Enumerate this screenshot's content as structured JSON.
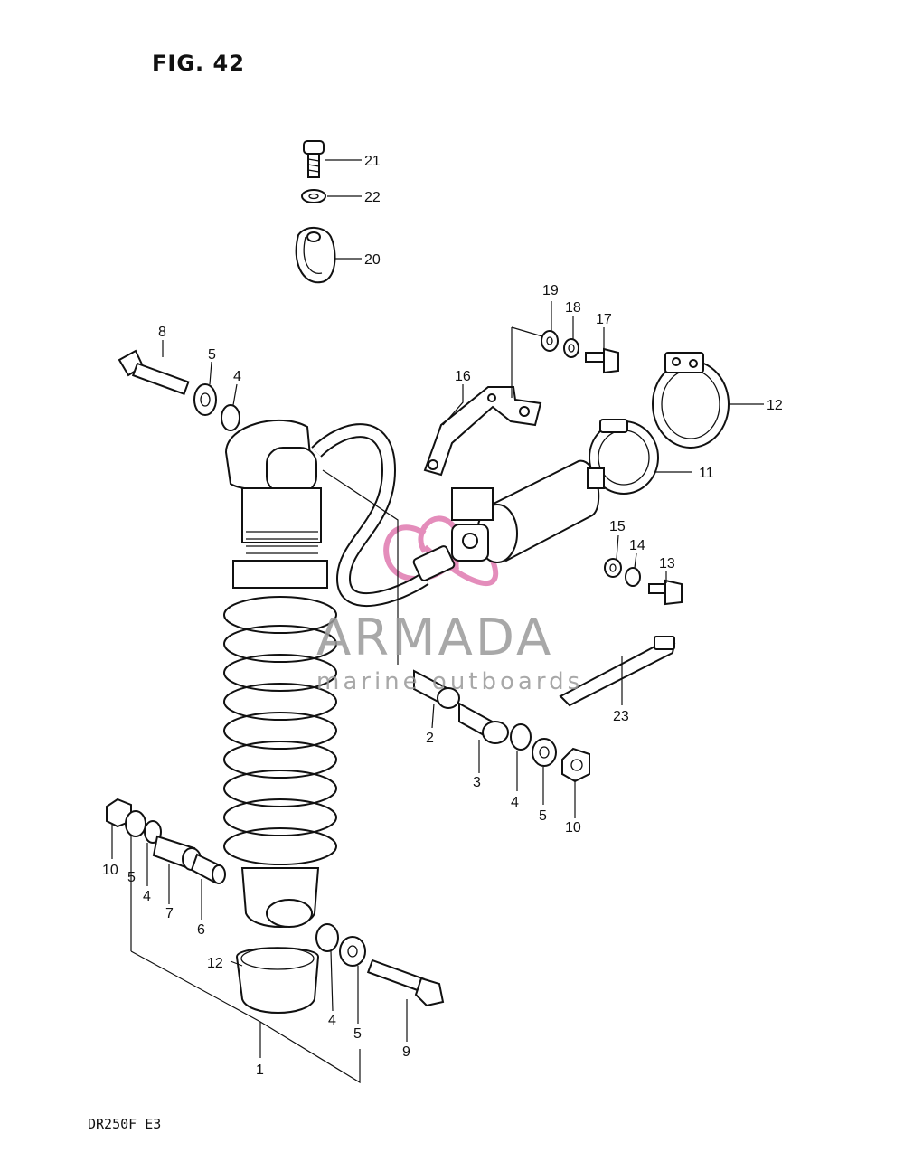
{
  "figure": {
    "title": "FIG. 42",
    "model": "DR250F  E3"
  },
  "watermark": {
    "brand": "ARMADA",
    "tagline": "marine outboards",
    "logo_color": "#e07ab0",
    "text_color": "#9a9a9a"
  },
  "callouts": {
    "c21": "21",
    "c22": "22",
    "c20": "20",
    "c19": "19",
    "c18": "18",
    "c17": "17",
    "c16": "16",
    "c12a": "12",
    "c8": "8",
    "c5a": "5",
    "c4a": "4",
    "c11": "11",
    "c15": "15",
    "c14": "14",
    "c13": "13",
    "c2": "2",
    "c3": "3",
    "c4b": "4",
    "c5b": "5",
    "c10a": "10",
    "c23": "23",
    "c10b": "10",
    "c5c": "5",
    "c4c": "4",
    "c7": "7",
    "c6": "6",
    "c12b": "12",
    "c4d": "4",
    "c5d": "5",
    "c9": "9",
    "c1": "1"
  }
}
